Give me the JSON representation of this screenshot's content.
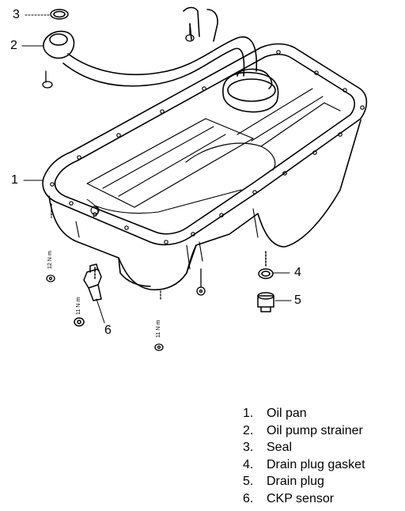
{
  "diagram": {
    "callouts": [
      {
        "id": "3",
        "label": "3"
      },
      {
        "id": "2",
        "label": "2"
      },
      {
        "id": "1",
        "label": "1"
      },
      {
        "id": "4",
        "label": "4"
      },
      {
        "id": "5",
        "label": "5"
      },
      {
        "id": "6",
        "label": "6"
      }
    ],
    "torque_marks": [
      "12 N·m",
      "11 N·m",
      "11 N·m"
    ],
    "legend": [
      {
        "num": "1.",
        "text": "Oil pan"
      },
      {
        "num": "2.",
        "text": "Oil pump strainer"
      },
      {
        "num": "3.",
        "text": "Seal"
      },
      {
        "num": "4.",
        "text": "Drain plug gasket"
      },
      {
        "num": "5.",
        "text": "Drain plug"
      },
      {
        "num": "6.",
        "text": "CKP sensor"
      }
    ],
    "colors": {
      "ink": "#000000",
      "paper": "#ffffff"
    }
  }
}
